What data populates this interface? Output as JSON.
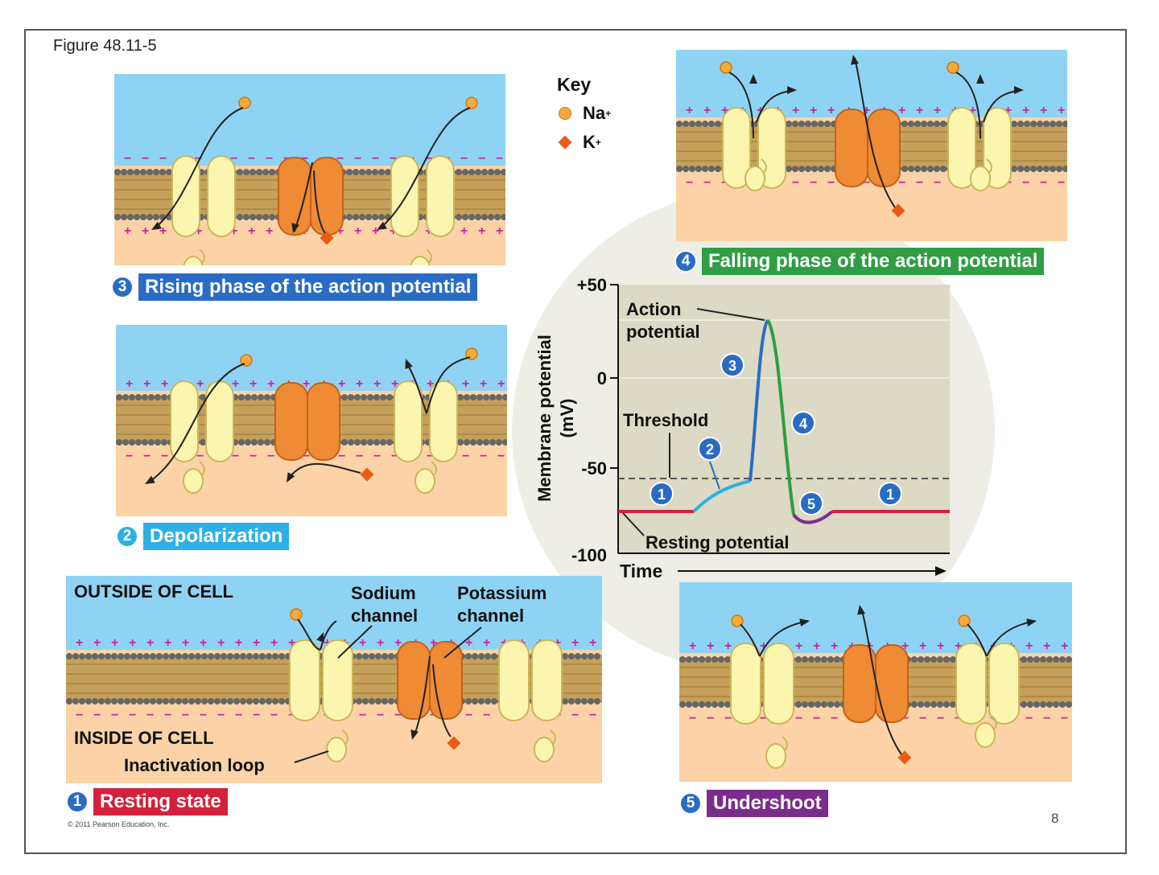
{
  "figure_label": "Figure 48.11-5",
  "copyright": "© 2011 Pearson Education, Inc.",
  "page_number": "8",
  "colors": {
    "outside": "#8fd3f4",
    "inside": "#fbd3a6",
    "membrane": "#c5a05a",
    "sodium_channel": "#fbf5b0",
    "potassium_channel": "#ef8a35",
    "resting": "#d3213c",
    "depolarization": "#2eb0e6",
    "rising": "#2a6cc4",
    "falling": "#2f9e44",
    "undershoot": "#7b2d8b"
  },
  "key": {
    "title": "Key",
    "na": "Na",
    "na_sup": "+",
    "k": "K",
    "k_sup": "+"
  },
  "panels": {
    "resting": {
      "number": "1",
      "caption": "Resting state",
      "outside_label": "OUTSIDE OF CELL",
      "inside_label": "INSIDE OF CELL",
      "sodium_label_1": "Sodium",
      "sodium_label_2": "channel",
      "potassium_label_1": "Potassium",
      "potassium_label_2": "channel",
      "loop_label": "Inactivation loop"
    },
    "depolarization": {
      "number": "2",
      "caption": "Depolarization"
    },
    "rising": {
      "number": "3",
      "caption": "Rising phase of the action potential"
    },
    "falling": {
      "number": "4",
      "caption": "Falling phase of the action potential"
    },
    "undershoot": {
      "number": "5",
      "caption": "Undershoot"
    }
  },
  "graph": {
    "ylabel_1": "Membrane potential",
    "ylabel_2": "(mV)",
    "xlabel": "Time",
    "ticks": [
      "+50",
      "0",
      "-50",
      "-100"
    ],
    "action_label_1": "Action",
    "action_label_2": "potential",
    "threshold_label": "Threshold",
    "resting_label": "Resting potential",
    "phase_badges": [
      "1",
      "2",
      "3",
      "4",
      "5",
      "1"
    ]
  }
}
